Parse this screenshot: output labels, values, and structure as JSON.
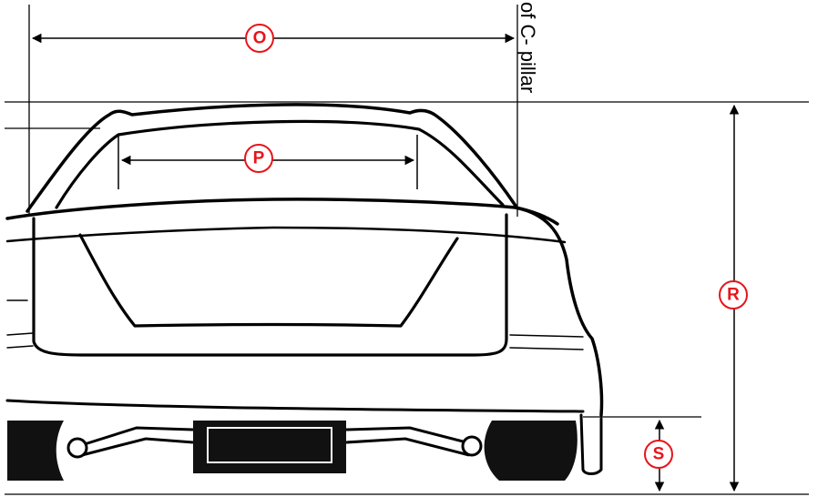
{
  "diagram": {
    "side_text": "of C- pillar",
    "labels": {
      "o": "O",
      "p": "P",
      "r": "R",
      "s": "S"
    },
    "colors": {
      "label": "#e8141b",
      "line": "#000000",
      "background": "#ffffff"
    }
  }
}
